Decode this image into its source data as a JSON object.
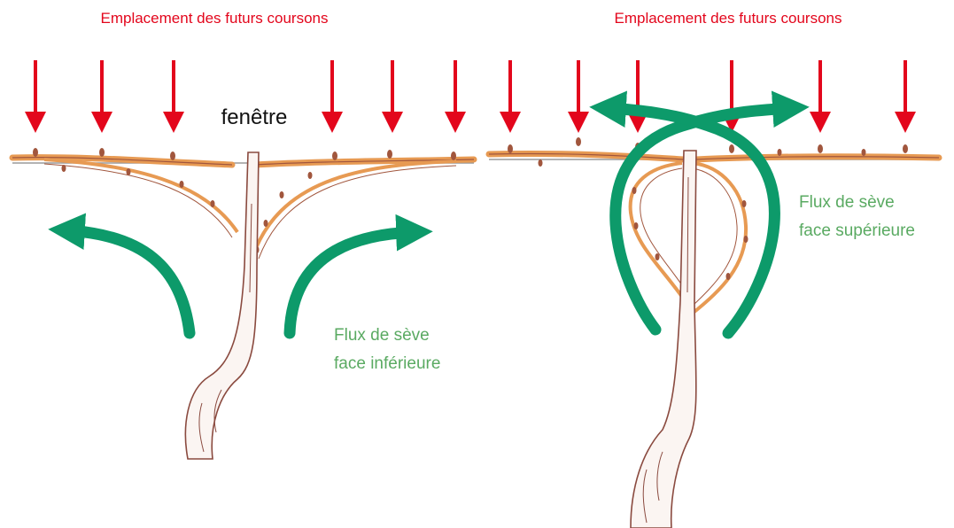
{
  "colors": {
    "arrow_red": "#e3061c",
    "flow_green": "#0d9a6a",
    "text_green": "#5aaa62",
    "text_black": "#111111",
    "wood_orange": "#e79a53",
    "wood_dark": "#a1563d",
    "trunk_line": "#8a4a3f",
    "wire_gray": "#9a9a9a"
  },
  "left_panel": {
    "title": "Emplacement des futurs coursons",
    "window_label": "fenêtre",
    "flow_label_line1": "Flux de sève",
    "flow_label_line2": "face inférieure"
  },
  "right_panel": {
    "title": "Emplacement des futurs coursons",
    "flow_label_line1": "Flux de sève",
    "flow_label_line2": "face supérieure"
  }
}
